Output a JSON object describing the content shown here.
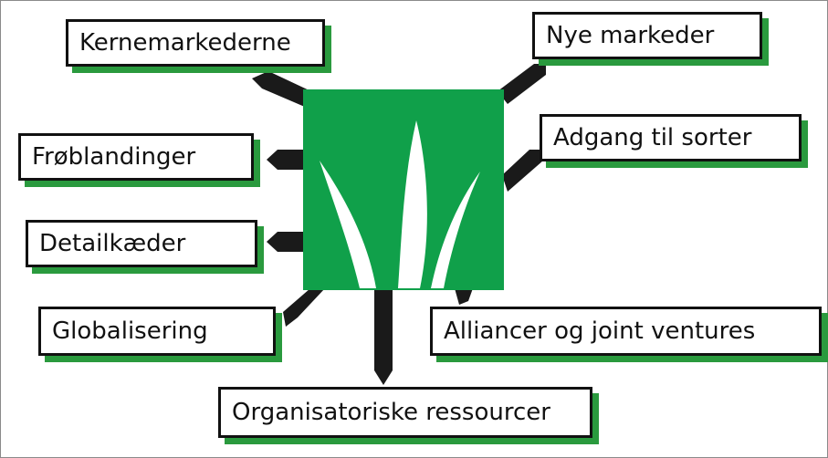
{
  "colors": {
    "center_fill": "#10a04a",
    "leaf_fill": "#ffffff",
    "box_border": "#111111",
    "box_shadow": "#2a9a3e",
    "arrow": "#1a1a1a"
  },
  "center": {
    "icon": "grass-leaves-icon"
  },
  "labels": {
    "kernemarkederne": "Kernemarkederne",
    "nye_markeder": "Nye markeder",
    "froblandinger": "Frøblandinger",
    "adgang_til_sorter": "Adgang til sorter",
    "detailkaeder": "Detailkæder",
    "globalisering": "Globalisering",
    "alliancer": "Alliancer og joint ventures",
    "organisatoriske": "Organisatoriske ressourcer"
  }
}
